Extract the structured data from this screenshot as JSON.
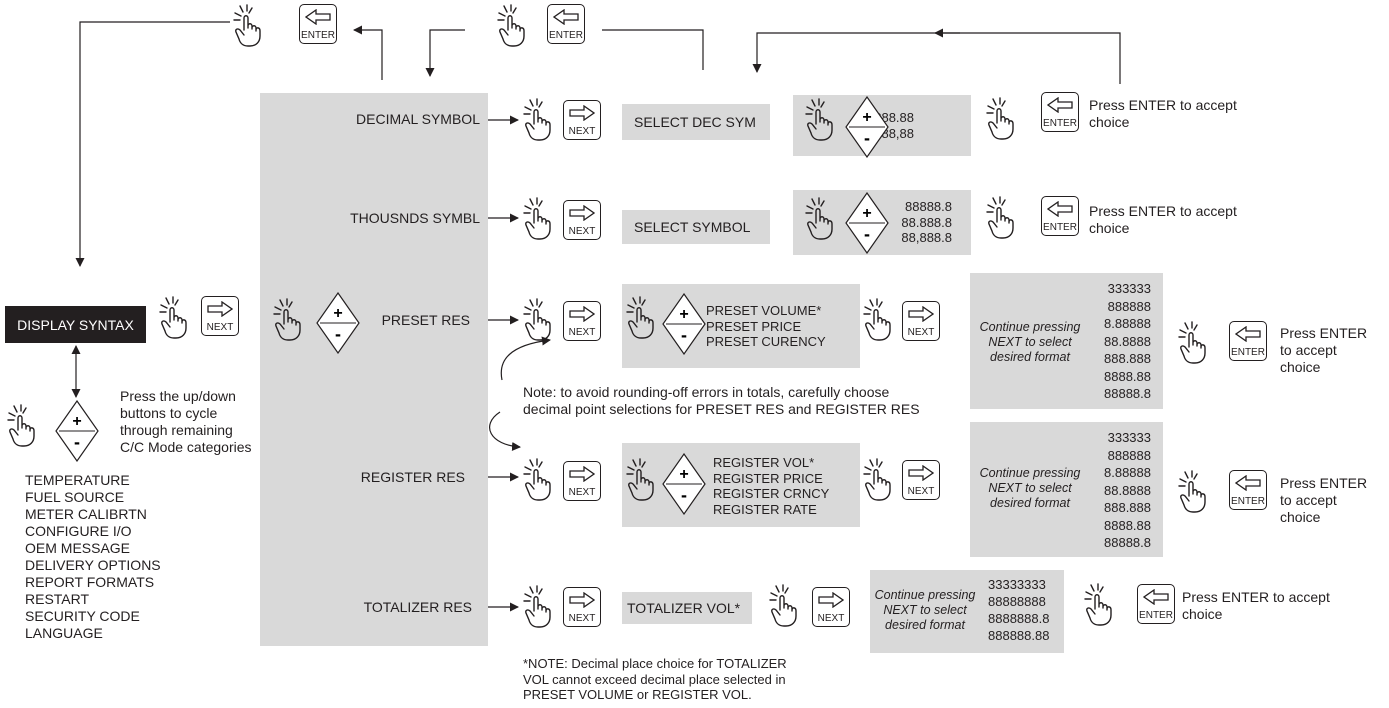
{
  "keys": {
    "next": "NEXT",
    "enter": "ENTER",
    "plus": "+",
    "minus": "-"
  },
  "main": {
    "display_syntax": "DISPLAY SYNTAX",
    "updown_help": [
      "Press the up/down",
      " buttons to cycle",
      "through remaining",
      "C/C Mode categories"
    ],
    "categories": [
      "TEMPERATURE",
      "FUEL SOURCE",
      "METER CALIBRTN",
      "CONFIGURE I/O",
      "OEM MESSAGE",
      "DELIVERY OPTIONS",
      "REPORT FORMATS",
      "RESTART",
      "SECURITY CODE",
      "LANGUAGE"
    ]
  },
  "menu": [
    "DECIMAL SYMBOL",
    "THOUSNDS SYMBL",
    "PRESET RES",
    "REGISTER RES",
    "TOTALIZER RES"
  ],
  "rows": {
    "decimal": {
      "select": "SELECT DEC SYM",
      "options": [
        "8888.88",
        "8888,88"
      ],
      "accept": [
        "Press ENTER to accept",
        "choice"
      ]
    },
    "thousands": {
      "select": "SELECT SYMBOL",
      "options": [
        "88888.8",
        "88.888.8",
        "88,888.8"
      ],
      "accept": [
        "Press ENTER to accept",
        "choice"
      ]
    },
    "preset": {
      "options": [
        "PRESET VOLUME*",
        "PRESET PRICE",
        "PRESET CURENCY"
      ],
      "continue": [
        "Continue pressing",
        "NEXT to select",
        "desired format"
      ],
      "formats": [
        "333333",
        "888888",
        "8.88888",
        "88.8888",
        "888.888",
        "8888.88",
        "88888.8"
      ],
      "accept": [
        "Press ENTER",
        "to accept",
        "choice"
      ]
    },
    "register": {
      "options": [
        "REGISTER VOL*",
        "REGISTER PRICE",
        "REGISTER CRNCY",
        "REGISTER RATE"
      ],
      "continue": [
        "Continue pressing",
        "NEXT to select",
        "desired format"
      ],
      "formats": [
        "333333",
        "888888",
        "8.88888",
        "88.8888",
        "888.888",
        "8888.88",
        "88888.8"
      ],
      "accept": [
        "Press ENTER",
        "to accept",
        "choice"
      ]
    },
    "totalizer": {
      "select": "TOTALIZER VOL*",
      "continue": [
        "Continue pressing",
        "NEXT to select",
        "desired format"
      ],
      "formats": [
        "33333333",
        "88888888",
        "8888888.8",
        "888888.88"
      ],
      "accept": [
        "Press ENTER to accept",
        "choice"
      ]
    }
  },
  "notes": {
    "rounding": [
      "Note:  to avoid rounding-off errors in totals, carefully choose",
      "decimal point selections for PRESET RES and REGISTER RES"
    ],
    "totalizer": [
      "*NOTE: Decimal place choice for TOTALIZER",
      "VOL cannot exceed decimal place selected in",
      "PRESET VOLUME or REGISTER VOL."
    ]
  }
}
